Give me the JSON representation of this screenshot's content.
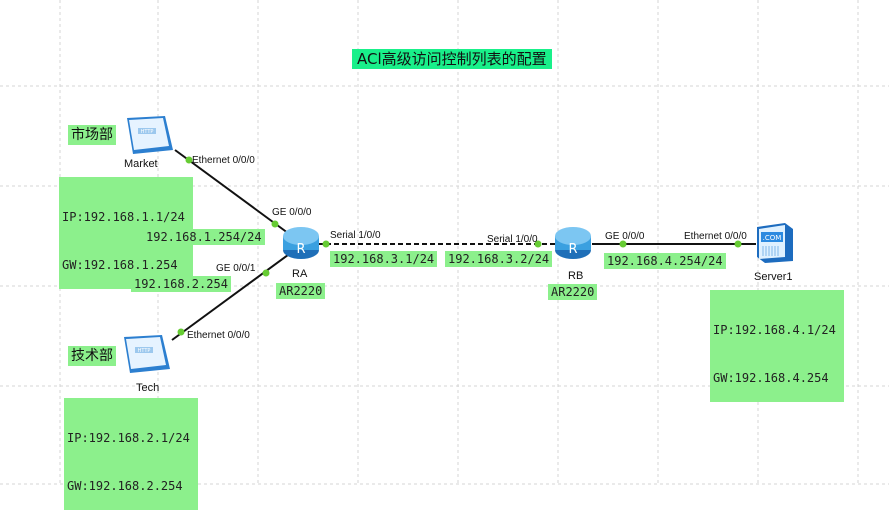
{
  "title": "ACl高级访问控制列表的配置",
  "nodes": {
    "market": {
      "dept": "市场部",
      "name": "Market",
      "ip": "IP:192.168.1.1/24",
      "gw": "GW:192.168.1.254",
      "port": "Ethernet 0/0/0"
    },
    "tech": {
      "dept": "技术部",
      "name": "Tech",
      "ip": "IP:192.168.2.1/24",
      "gw": "GW:192.168.2.254",
      "port": "Ethernet 0/0/0"
    },
    "ra": {
      "name": "RA",
      "model": "AR2220",
      "ge0": "GE 0/0/0",
      "ge1": "GE 0/0/1",
      "serial": "Serial 1/0/0",
      "ip_ge0": "192.168.1.254/24",
      "ip_ge1": "192.168.2.254",
      "ip_serial": "192.168.3.1/24"
    },
    "rb": {
      "name": "RB",
      "model": "AR2220",
      "serial": "Serial 1/0/0",
      "ge0": "GE 0/0/0",
      "ip_serial": "192.168.3.2/24",
      "ip_ge0": "192.168.4.254/24"
    },
    "server": {
      "name": "Server1",
      "port": "Ethernet 0/0/0",
      "ip": "IP:192.168.4.1/24",
      "gw": "GW:192.168.4.254",
      "badge": ".COM"
    }
  },
  "router_glyph": "R",
  "colors": {
    "label_bg": "#8cf08c",
    "title_bg": "#19f08a",
    "link_dot": "#66cc33",
    "router_blue": "#3aa0e0"
  }
}
